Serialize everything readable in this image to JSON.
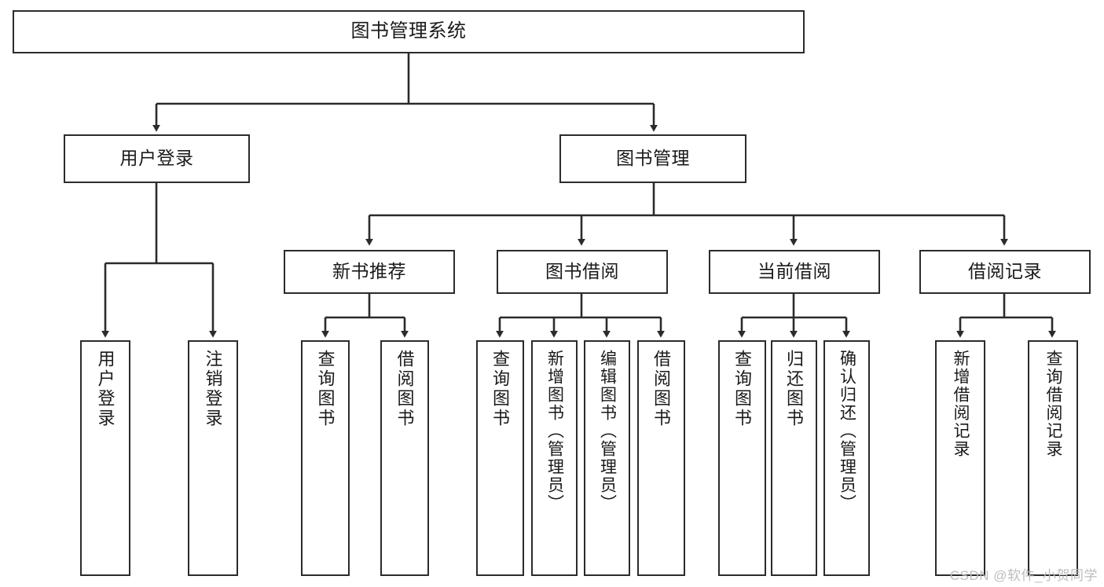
{
  "diagram": {
    "type": "tree",
    "title": "图书管理系统",
    "stroke_color": "#2b2b2b",
    "fill_color": "#ffffff",
    "background": "#ffffff",
    "nodes": {
      "root": {
        "label": "图书管理系统"
      },
      "level1": [
        {
          "id": "user_login",
          "label": "用户登录"
        },
        {
          "id": "book_manage",
          "label": "图书管理"
        }
      ],
      "level2": [
        {
          "id": "new_book_rec",
          "label": "新书推荐"
        },
        {
          "id": "book_borrow",
          "label": "图书借阅"
        },
        {
          "id": "current_borrow",
          "label": "当前借阅"
        },
        {
          "id": "borrow_record",
          "label": "借阅记录"
        }
      ],
      "leaves": [
        {
          "id": "leaf_user_login",
          "label": "用户登录",
          "parent": "user_login"
        },
        {
          "id": "leaf_logout",
          "label": "注销登录",
          "parent": "user_login"
        },
        {
          "id": "leaf_query_book_1",
          "label": "查询图书",
          "parent": "new_book_rec"
        },
        {
          "id": "leaf_borrow_book_1",
          "label": "借阅图书",
          "parent": "new_book_rec"
        },
        {
          "id": "leaf_query_book_2",
          "label": "查询图书",
          "parent": "book_borrow"
        },
        {
          "id": "leaf_add_book",
          "label": "新增图书（管理员）",
          "parent": "book_borrow"
        },
        {
          "id": "leaf_edit_book",
          "label": "编辑图书（管理员）",
          "parent": "book_borrow"
        },
        {
          "id": "leaf_borrow_book_2",
          "label": "借阅图书",
          "parent": "book_borrow"
        },
        {
          "id": "leaf_query_book_3",
          "label": "查询图书",
          "parent": "current_borrow"
        },
        {
          "id": "leaf_return_book",
          "label": "归还图书",
          "parent": "current_borrow"
        },
        {
          "id": "leaf_confirm_return",
          "label": "确认归还（管理员）",
          "parent": "current_borrow"
        },
        {
          "id": "leaf_add_record",
          "label": "新增借阅记录",
          "parent": "borrow_record"
        },
        {
          "id": "leaf_query_record",
          "label": "查询借阅记录",
          "parent": "borrow_record"
        }
      ]
    }
  },
  "watermark": {
    "text": "CSDN @软件_小贺同学"
  }
}
